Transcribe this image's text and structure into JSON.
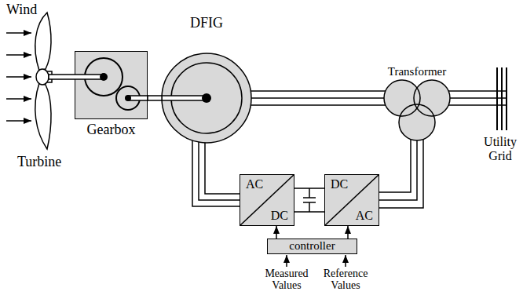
{
  "diagram": {
    "nodes": [
      {
        "text": [
          "Gearbox"
        ]
      },
      {
        "text": [
          "DFIG"
        ]
      },
      {
        "text": [
          "Transformer"
        ]
      },
      {
        "text": [
          "AC",
          "DC"
        ]
      },
      {
        "text": [
          "DC",
          "AC"
        ]
      },
      {
        "text": [
          "controller"
        ]
      }
    ],
    "edges": [
      {
        "from": 0,
        "to": 1,
        "arrow": "none"
      },
      {
        "from": 1,
        "to": 2,
        "arrow": "none"
      },
      {
        "from": 1,
        "to": 3,
        "arrow": "none"
      },
      {
        "from": 3,
        "to": 4,
        "arrow": "none"
      },
      {
        "from": 4,
        "to": 2,
        "arrow": "none"
      },
      {
        "from": 5,
        "to": 3,
        "arrow": "to"
      },
      {
        "from": 5,
        "to": 4,
        "arrow": "to"
      }
    ],
    "labels": [
      "Wind",
      "Turbine",
      "Utility Grid",
      "Measured Values",
      "Reference Values"
    ]
  }
}
